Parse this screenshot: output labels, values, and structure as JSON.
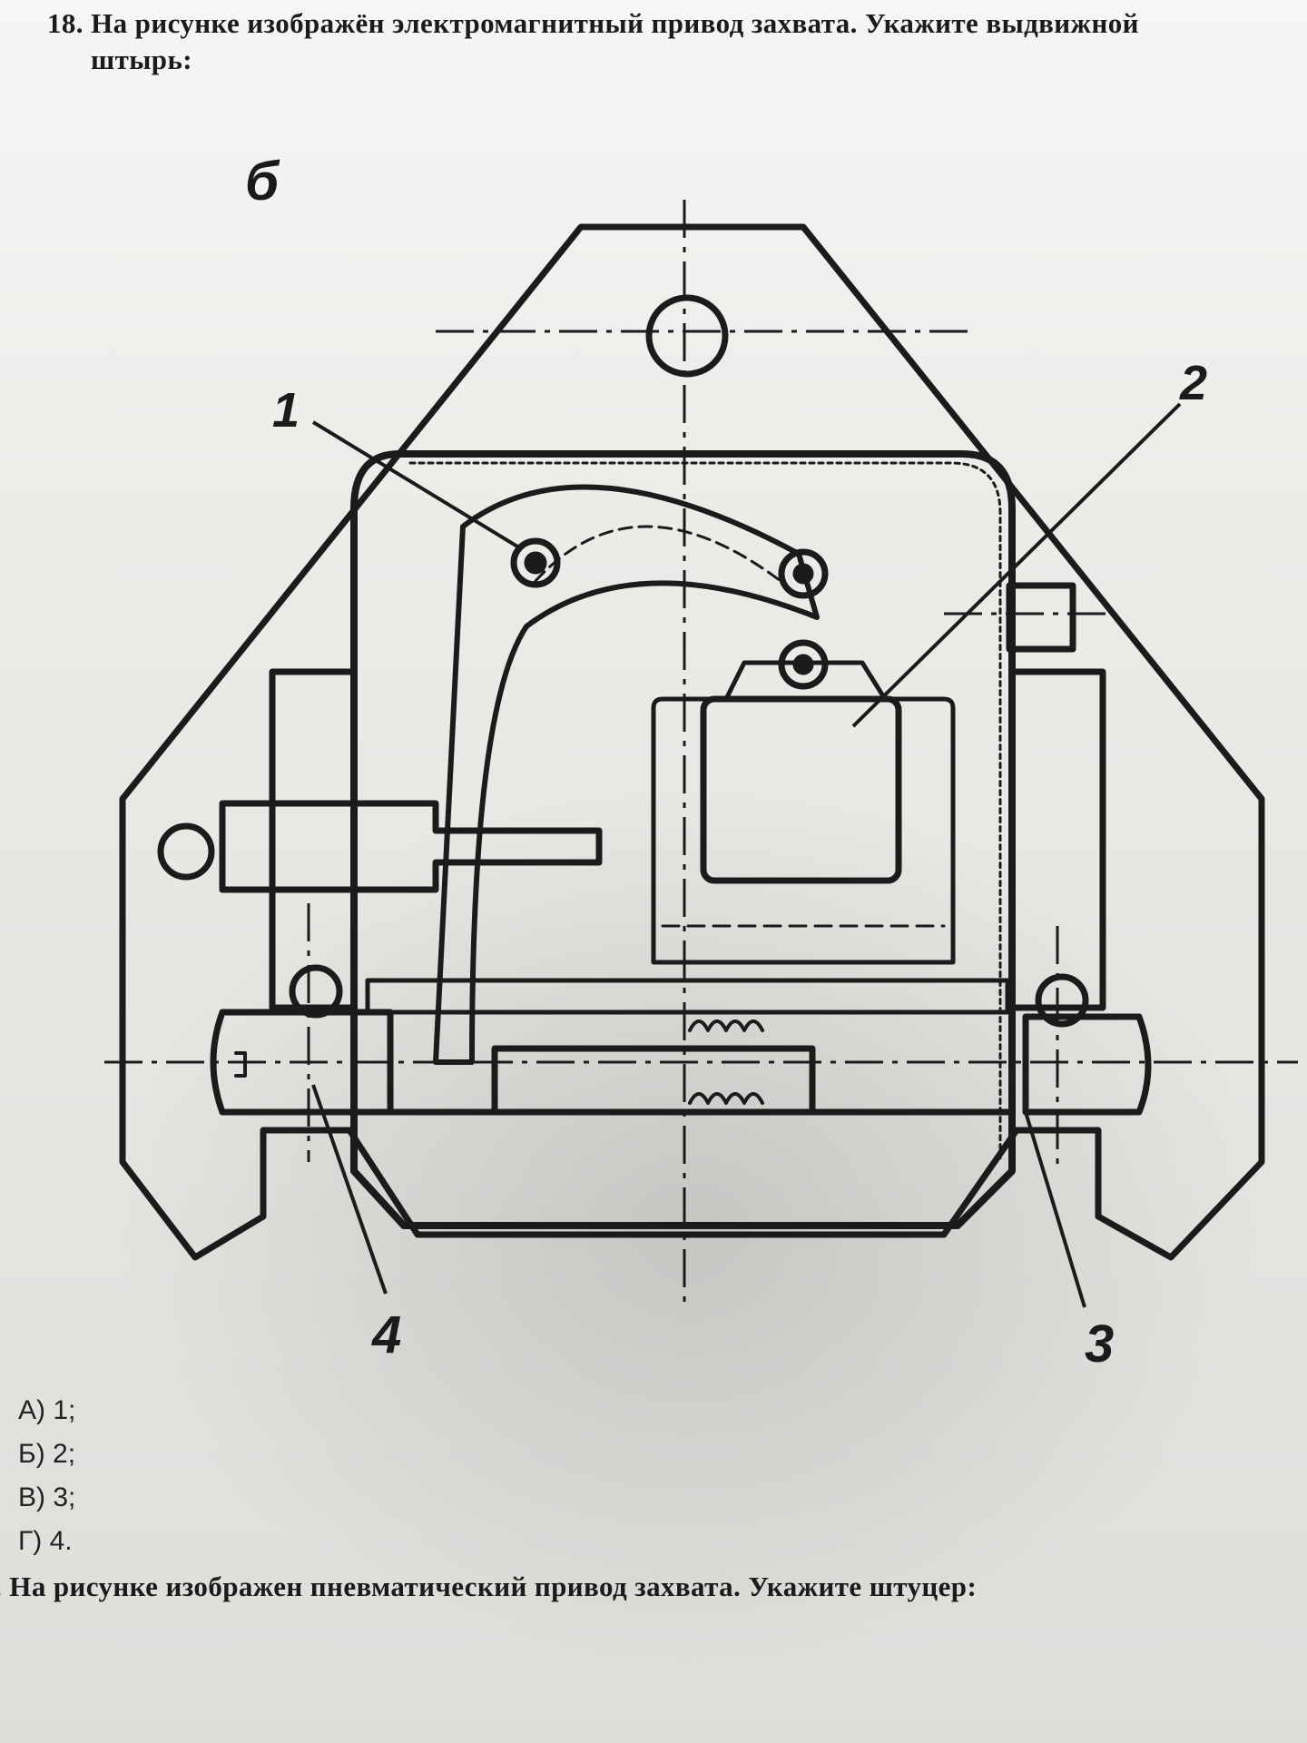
{
  "question18": {
    "number": "18.",
    "text_line1": "На рисунке изображён электромагнитный привод захвата. Укажите выдвижной",
    "text_line2": "штырь:"
  },
  "figure": {
    "view_label": "б",
    "callouts": [
      "1",
      "2",
      "3",
      "4"
    ]
  },
  "answers": [
    "А) 1;",
    "Б) 2;",
    "В) 3;",
    "Г) 4."
  ],
  "question19": {
    "text": ". На рисунке изображен пневматический привод захвата. Укажите штуцер:"
  },
  "colors": {
    "paper": "#ecebe8",
    "ink": "#1b1b1b"
  }
}
